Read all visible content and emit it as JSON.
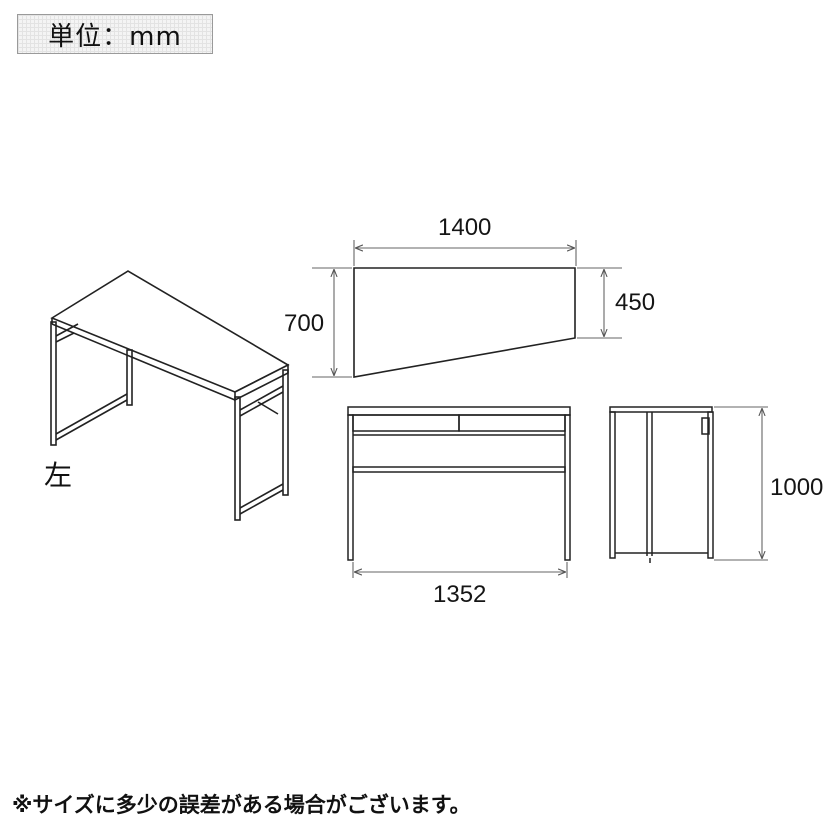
{
  "unit_label": "単位：mm",
  "views": {
    "perspective_label": "左"
  },
  "dimensions": {
    "top_width": "1400",
    "depth_left": "700",
    "depth_right": "450",
    "front_width": "1352",
    "height": "1000"
  },
  "footnote": "※サイズに多少の誤差がある場合がございます。"
}
